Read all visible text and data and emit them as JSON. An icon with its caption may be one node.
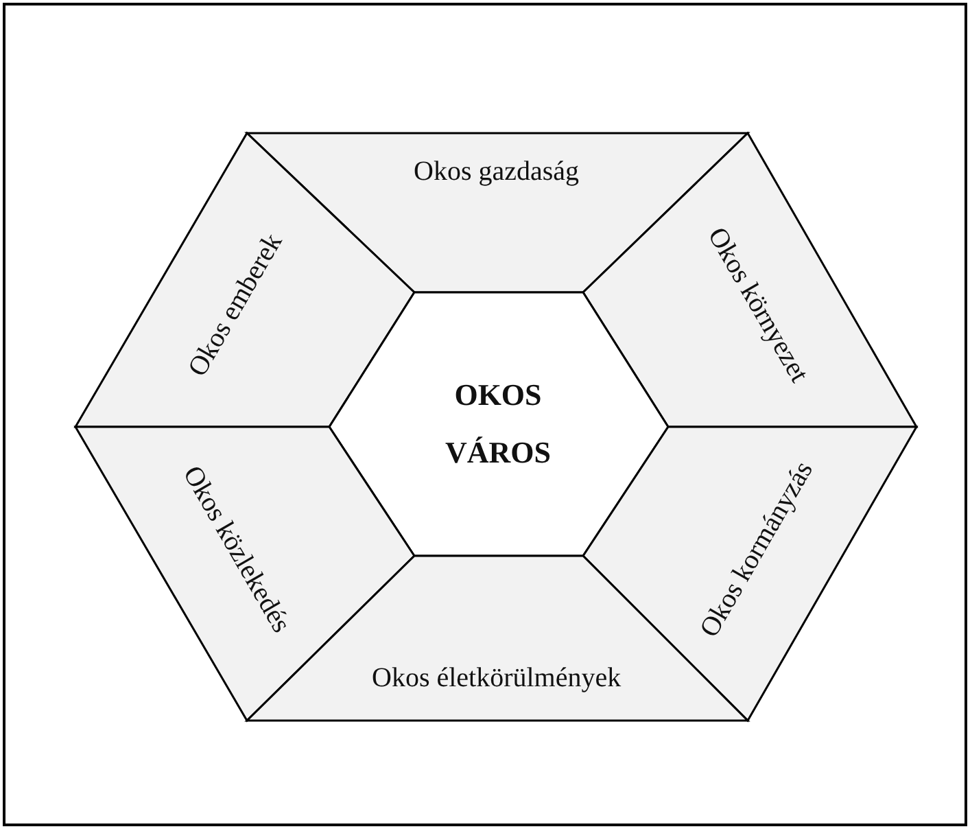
{
  "diagram": {
    "nodes": [
      {
        "text": [
          "Okos gazdaság"
        ]
      },
      {
        "text": [
          "Okos emberek"
        ]
      },
      {
        "text": [
          "Okos környezet"
        ]
      },
      {
        "text": [
          "OKOS VÁROS"
        ]
      },
      {
        "text": [
          "Okos közlekedés"
        ]
      },
      {
        "text": [
          "Okos kormányzás"
        ]
      },
      {
        "text": [
          "Okos életkörülmények"
        ]
      }
    ]
  }
}
